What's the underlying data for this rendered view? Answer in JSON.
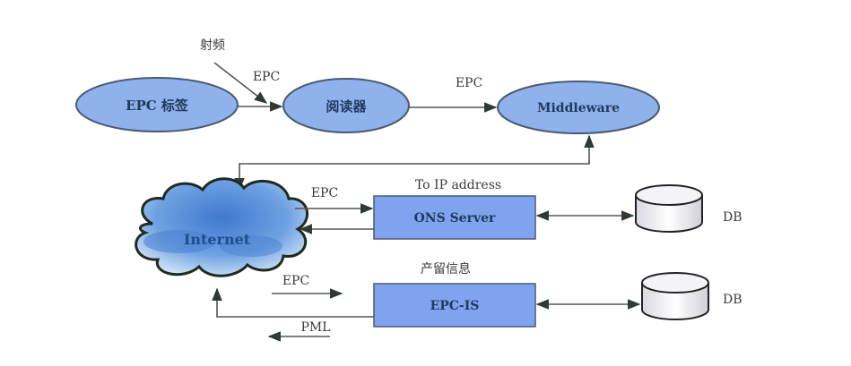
{
  "colors": {
    "node_fill": "#8fb1ec",
    "node_stroke": "#4a5a72",
    "box_fill": "#7fa3ee",
    "line": "#555555",
    "cloud_fill": "#5a8fd8",
    "db_fill": "#e8e8ee"
  },
  "nodes": {
    "epc_tag": "EPC 标签",
    "reader": "阅读器",
    "middleware": "Middleware",
    "internet": "Internet",
    "ons_server": "ONS Server",
    "epc_is": "EPC-IS",
    "db1": "DB",
    "db2": "DB"
  },
  "labels": {
    "rf": "射频",
    "epc_tag_to_reader": "EPC",
    "epc_reader_to_middleware": "EPC",
    "to_ip_address": "To IP address",
    "epc_to_ons": "EPC",
    "product_info": "产留信息",
    "epc_to_epcis": "EPC",
    "pml": "PML"
  }
}
